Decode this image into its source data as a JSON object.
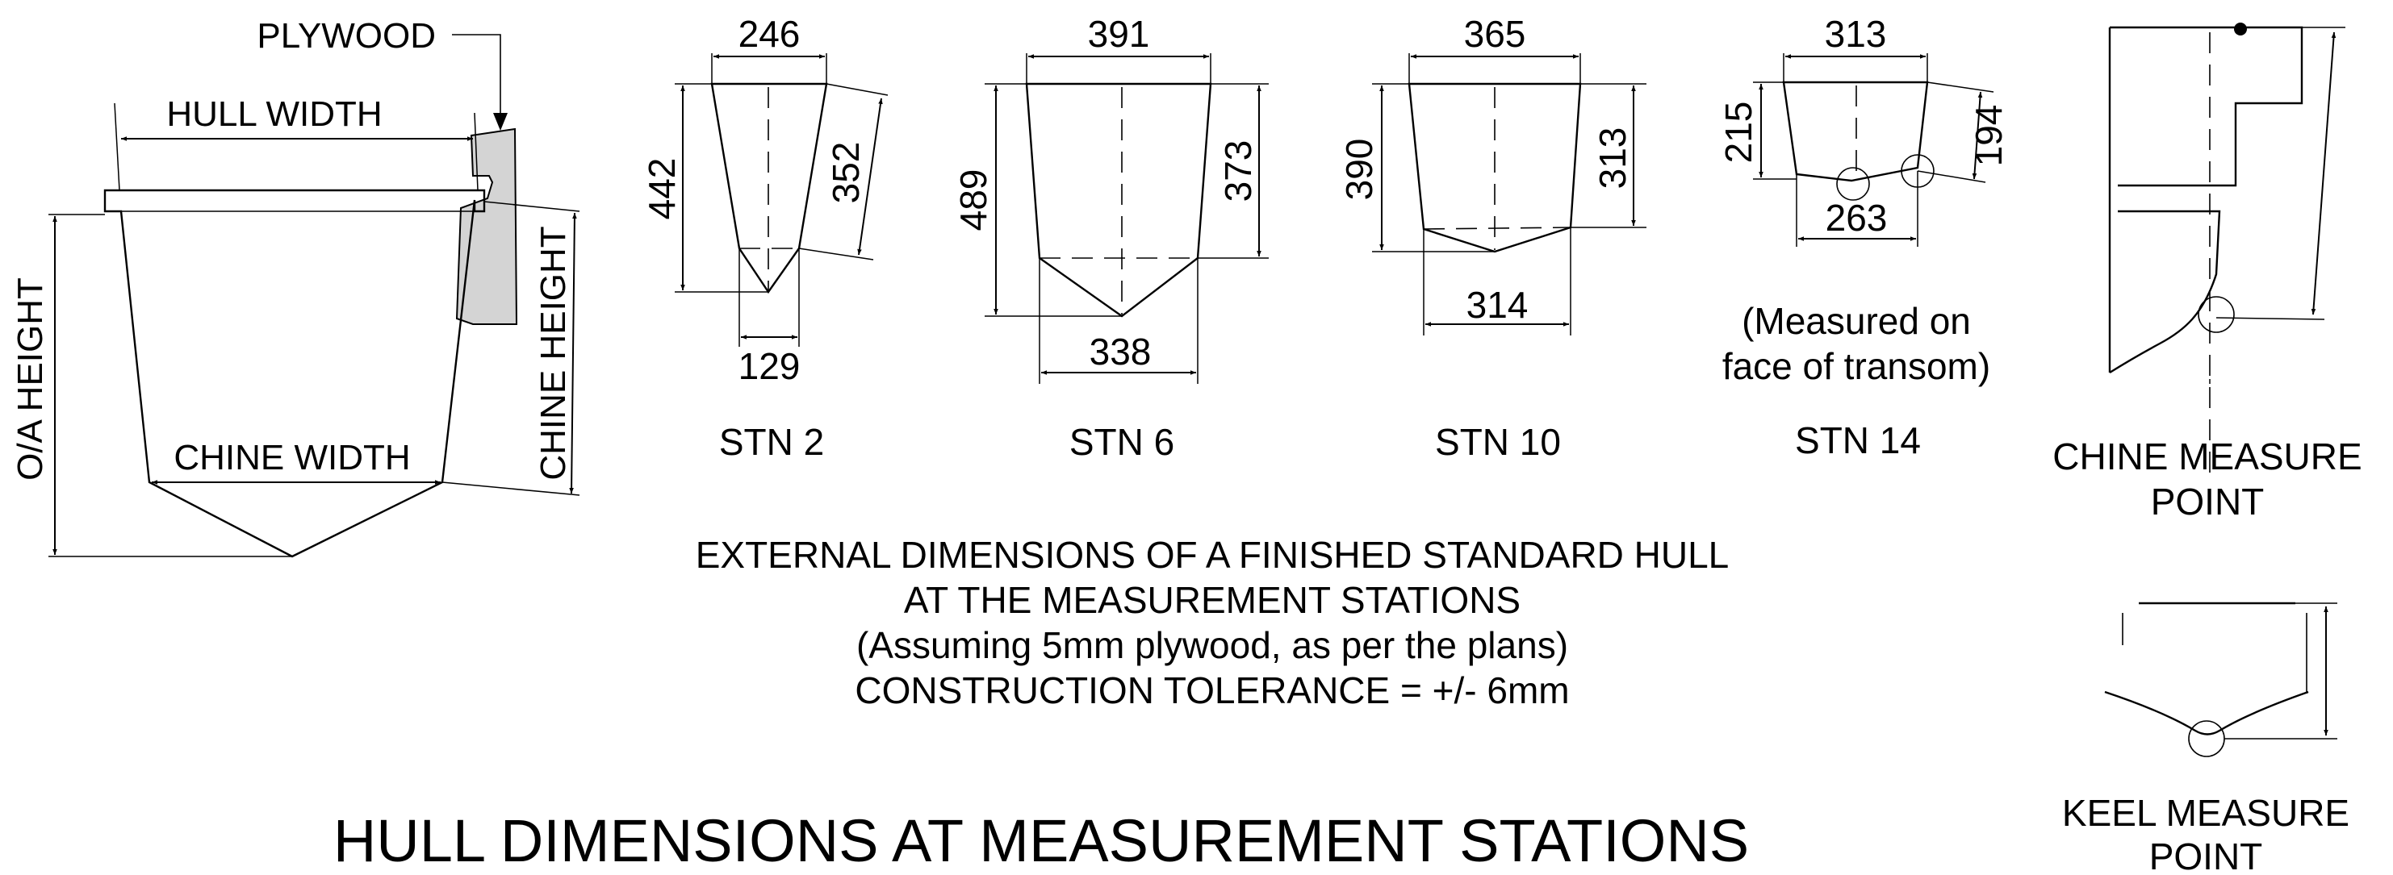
{
  "title": "HULL DIMENSIONS AT MEASUREMENT STATIONS",
  "notes": [
    "EXTERNAL DIMENSIONS OF A FINISHED STANDARD HULL",
    "AT THE MEASUREMENT STATIONS",
    "(Assuming 5mm plywood, as per the plans)",
    "CONSTRUCTION TOLERANCE = +/- 6mm"
  ],
  "section_labels": {
    "plywood": "PLYWOOD",
    "hull_width": "HULL WIDTH",
    "oa_height": "O/A HEIGHT",
    "chine_height": "CHINE HEIGHT",
    "chine_width": "CHINE WIDTH"
  },
  "stations": [
    {
      "name": "STN 2",
      "hull_width": "246",
      "oa_height": "442",
      "chine_height": "352",
      "chine_width": "129"
    },
    {
      "name": "STN 6",
      "hull_width": "391",
      "oa_height": "489",
      "chine_height": "373",
      "chine_width": "338"
    },
    {
      "name": "STN 10",
      "hull_width": "365",
      "oa_height": "390",
      "chine_height": "313",
      "chine_width": "314"
    },
    {
      "name": "STN 14",
      "hull_width": "313",
      "oa_height": "215",
      "chine_height": "194",
      "chine_width": "263",
      "note_line1": "(Measured on",
      "note_line2": "face of transom)"
    }
  ],
  "measure_points": {
    "chine_line1": "CHINE MEASURE",
    "chine_line2": "POINT",
    "keel_line1": "KEEL MEASURE",
    "keel_line2": "POINT"
  }
}
